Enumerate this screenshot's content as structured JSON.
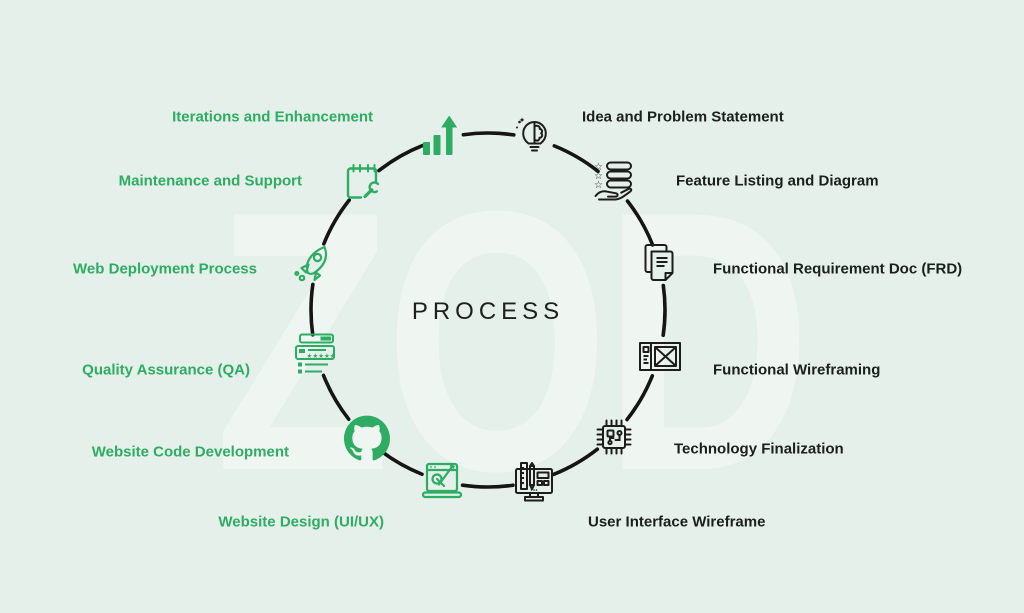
{
  "page": {
    "title": "PROCESS",
    "watermark": "ZOD"
  },
  "colors": {
    "background": "#e4f0e9",
    "accent_green": "#2fac64",
    "text_dark": "#1b1f1d",
    "circle_line": "#151515",
    "watermark_tint": "rgba(255,255,255,0.42)"
  },
  "steps": [
    {
      "label": "Idea and Problem Statement",
      "icon": "idea-icon",
      "side": "right",
      "color": "black"
    },
    {
      "label": "Feature Listing and Diagram",
      "icon": "feature-list-icon",
      "side": "right",
      "color": "black"
    },
    {
      "label": "Functional Requirement Doc (FRD)",
      "icon": "frd-document-icon",
      "side": "right",
      "color": "black"
    },
    {
      "label": "Functional Wireframing",
      "icon": "wireframe-icon",
      "side": "right",
      "color": "black"
    },
    {
      "label": "Technology Finalization",
      "icon": "chip-icon",
      "side": "right",
      "color": "black"
    },
    {
      "label": "User Interface Wireframe",
      "icon": "ui-monitor-icon",
      "side": "right",
      "color": "black"
    },
    {
      "label": "Website Design (UI/UX)",
      "icon": "design-laptop-icon",
      "side": "left",
      "color": "green"
    },
    {
      "label": "Website Code Development",
      "icon": "github-icon",
      "side": "left",
      "color": "green"
    },
    {
      "label": "Quality Assurance (QA)",
      "icon": "qa-checklist-icon",
      "side": "left",
      "color": "green"
    },
    {
      "label": "Web Deployment Process",
      "icon": "rocket-icon",
      "side": "left",
      "color": "green"
    },
    {
      "label": "Maintenance and Support",
      "icon": "clipboard-wrench-icon",
      "side": "left",
      "color": "green"
    },
    {
      "label": "Iterations and Enhancement",
      "icon": "growth-chart-icon",
      "side": "left",
      "color": "green"
    }
  ]
}
